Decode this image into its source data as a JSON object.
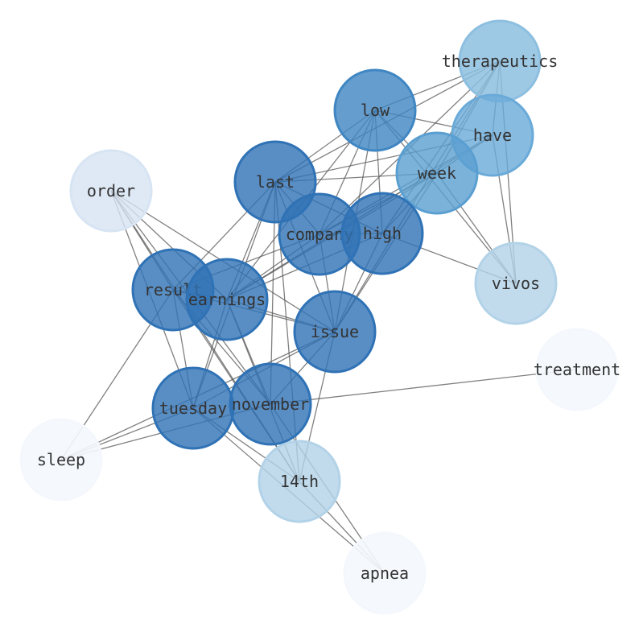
{
  "graph": {
    "nodes": [
      {
        "id": "therapeutics",
        "label": "therapeutics",
        "color": "#8dbfe0",
        "opacity": 0.85
      },
      {
        "id": "low",
        "label": "low",
        "color": "#3f86c2",
        "opacity": 0.8
      },
      {
        "id": "have",
        "label": "have",
        "color": "#6aaad8",
        "opacity": 0.8
      },
      {
        "id": "last",
        "label": "last",
        "color": "#2f72b5",
        "opacity": 0.8
      },
      {
        "id": "week",
        "label": "week",
        "color": "#5a9fd1",
        "opacity": 0.8
      },
      {
        "id": "order",
        "label": "order",
        "color": "#d7e4f3",
        "opacity": 0.8
      },
      {
        "id": "company",
        "label": "company",
        "color": "#2f72b5",
        "opacity": 0.8
      },
      {
        "id": "high",
        "label": "high",
        "color": "#2f72b5",
        "opacity": 0.8
      },
      {
        "id": "vivos",
        "label": "vivos",
        "color": "#b2d2e8",
        "opacity": 0.8
      },
      {
        "id": "result",
        "label": "result",
        "color": "#2f72b5",
        "opacity": 0.8
      },
      {
        "id": "earnings",
        "label": "earnings",
        "color": "#2f72b5",
        "opacity": 0.8
      },
      {
        "id": "issue",
        "label": "issue",
        "color": "#2f72b5",
        "opacity": 0.8
      },
      {
        "id": "treatment",
        "label": "treatment",
        "color": "#f4f8fd",
        "opacity": 0.9
      },
      {
        "id": "tuesday",
        "label": "tuesday",
        "color": "#2f72b5",
        "opacity": 0.8
      },
      {
        "id": "november",
        "label": "november",
        "color": "#2f72b5",
        "opacity": 0.8
      },
      {
        "id": "sleep",
        "label": "sleep",
        "color": "#f4f8fd",
        "opacity": 0.9
      },
      {
        "id": "14th",
        "label": "14th",
        "color": "#b2d2e8",
        "opacity": 0.8
      },
      {
        "id": "apnea",
        "label": "apnea",
        "color": "#f4f8fd",
        "opacity": 0.9
      }
    ],
    "edges": [
      [
        "therapeutics",
        "low"
      ],
      [
        "therapeutics",
        "company"
      ],
      [
        "therapeutics",
        "high"
      ],
      [
        "therapeutics",
        "week"
      ],
      [
        "therapeutics",
        "have"
      ],
      [
        "therapeutics",
        "vivos"
      ],
      [
        "therapeutics",
        "issue"
      ],
      [
        "therapeutics",
        "last"
      ],
      [
        "low",
        "have"
      ],
      [
        "low",
        "last"
      ],
      [
        "low",
        "week"
      ],
      [
        "low",
        "company"
      ],
      [
        "low",
        "high"
      ],
      [
        "low",
        "vivos"
      ],
      [
        "low",
        "issue"
      ],
      [
        "low",
        "earnings"
      ],
      [
        "have",
        "last"
      ],
      [
        "have",
        "week"
      ],
      [
        "have",
        "company"
      ],
      [
        "have",
        "earnings"
      ],
      [
        "have",
        "vivos"
      ],
      [
        "last",
        "company"
      ],
      [
        "last",
        "high"
      ],
      [
        "last",
        "week"
      ],
      [
        "last",
        "result"
      ],
      [
        "last",
        "earnings"
      ],
      [
        "last",
        "issue"
      ],
      [
        "last",
        "november"
      ],
      [
        "last",
        "tuesday"
      ],
      [
        "last",
        "14th"
      ],
      [
        "week",
        "company"
      ],
      [
        "week",
        "high"
      ],
      [
        "week",
        "earnings"
      ],
      [
        "week",
        "issue"
      ],
      [
        "week",
        "vivos"
      ],
      [
        "company",
        "high"
      ],
      [
        "company",
        "result"
      ],
      [
        "company",
        "earnings"
      ],
      [
        "company",
        "issue"
      ],
      [
        "high",
        "vivos"
      ],
      [
        "high",
        "earnings"
      ],
      [
        "high",
        "issue"
      ],
      [
        "order",
        "result"
      ],
      [
        "order",
        "earnings"
      ],
      [
        "order",
        "issue"
      ],
      [
        "order",
        "tuesday"
      ],
      [
        "order",
        "november"
      ],
      [
        "order",
        "14th"
      ],
      [
        "result",
        "earnings"
      ],
      [
        "result",
        "issue"
      ],
      [
        "result",
        "tuesday"
      ],
      [
        "result",
        "november"
      ],
      [
        "result",
        "14th"
      ],
      [
        "result",
        "sleep"
      ],
      [
        "earnings",
        "issue"
      ],
      [
        "earnings",
        "tuesday"
      ],
      [
        "earnings",
        "november"
      ],
      [
        "earnings",
        "14th"
      ],
      [
        "issue",
        "tuesday"
      ],
      [
        "issue",
        "november"
      ],
      [
        "issue",
        "14th"
      ],
      [
        "issue",
        "sleep"
      ],
      [
        "november",
        "treatment"
      ],
      [
        "november",
        "sleep"
      ],
      [
        "november",
        "apnea"
      ],
      [
        "tuesday",
        "sleep"
      ],
      [
        "tuesday",
        "apnea"
      ],
      [
        "tuesday",
        "14th"
      ],
      [
        "14th",
        "apnea"
      ]
    ]
  }
}
